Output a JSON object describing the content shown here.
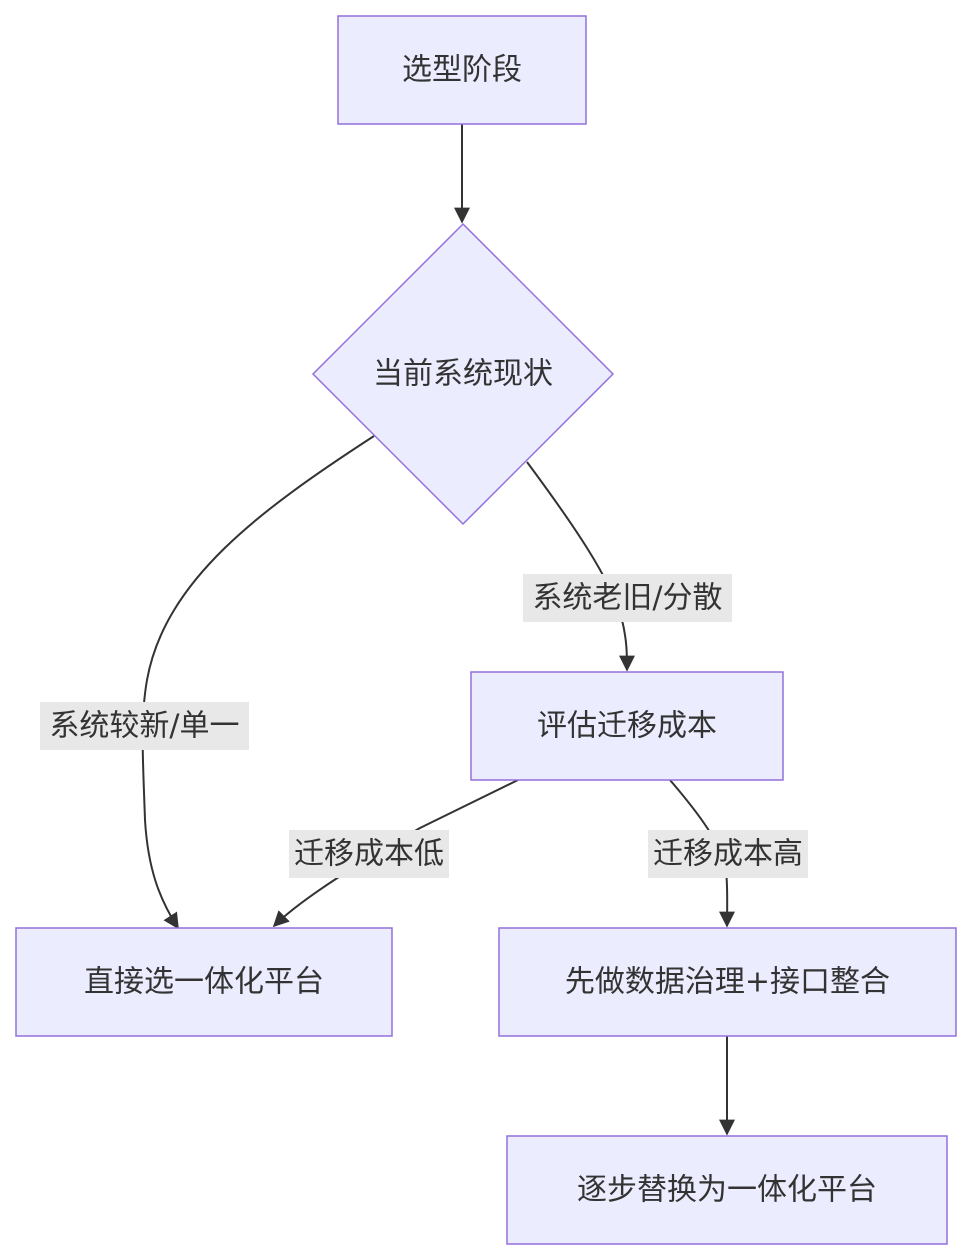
{
  "nodes": {
    "start": "选型阶段",
    "decision": "当前系统现状",
    "evaluate": "评估迁移成本",
    "direct": "直接选一体化平台",
    "governance": "先做数据治理+接口整合",
    "replace": "逐步替换为一体化平台"
  },
  "edges": {
    "old_scattered": "系统老旧/分散",
    "new_single": "系统较新/单一",
    "low_cost": "迁移成本低",
    "high_cost": "迁移成本高"
  },
  "colors": {
    "node_fill": "#ececff",
    "node_stroke": "#9370db",
    "edge": "#333333",
    "label_bg": "#e8e8e8",
    "text": "#333333"
  }
}
